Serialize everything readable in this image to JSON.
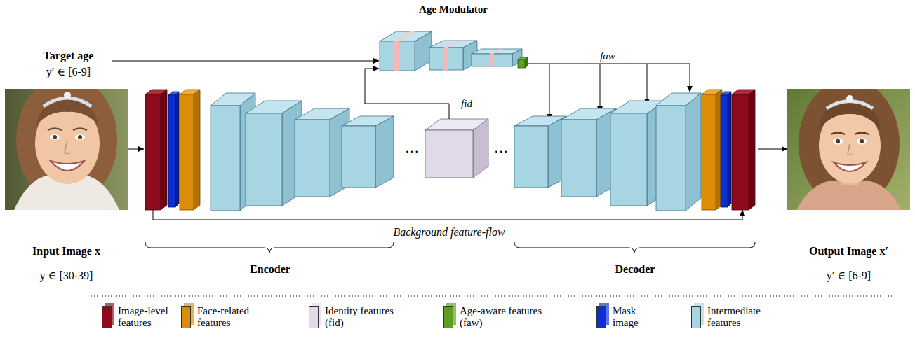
{
  "diagram": {
    "nodes": [
      {
        "text": [
          "Target age",
          "y′ ∈ [6-9]"
        ]
      },
      {
        "text": [
          "Age Modulator"
        ]
      },
      {
        "text": [
          "Input Image x",
          "y ∈ [30-39]"
        ]
      },
      {
        "text": [
          "Encoder"
        ]
      },
      {
        "text": [
          "fid"
        ]
      },
      {
        "text": [
          "Decoder"
        ]
      },
      {
        "text": [
          "Output Image x′",
          "y′ ∈ [6-9]"
        ]
      }
    ],
    "edges": [
      {
        "from": 0,
        "to": 1,
        "arrow": "to"
      },
      {
        "from": 4,
        "to": 1,
        "arrow": "to"
      },
      {
        "from": 1,
        "to": 5,
        "label": "faw",
        "arrow": "to"
      },
      {
        "from": 2,
        "to": 3,
        "arrow": "to"
      },
      {
        "from": 3,
        "to": 5,
        "label": "Background feature-flow",
        "arrow": "to"
      },
      {
        "from": 5,
        "to": 6,
        "arrow": "to"
      }
    ],
    "labels": [
      "…",
      "…"
    ],
    "legend": [
      {
        "text": "Image-level features",
        "color": "#8e0b1c"
      },
      {
        "text": "Face-related features",
        "color": "#db8d08"
      },
      {
        "text": "Identity features (fid)",
        "color": "#e2d9e8"
      },
      {
        "text": "Age-aware features (faw)",
        "color": "#5e9f22"
      },
      {
        "text": "Mask image",
        "color": "#0b2fd0"
      },
      {
        "text": "Intermediate features",
        "color": "#a8d5e2"
      }
    ]
  }
}
